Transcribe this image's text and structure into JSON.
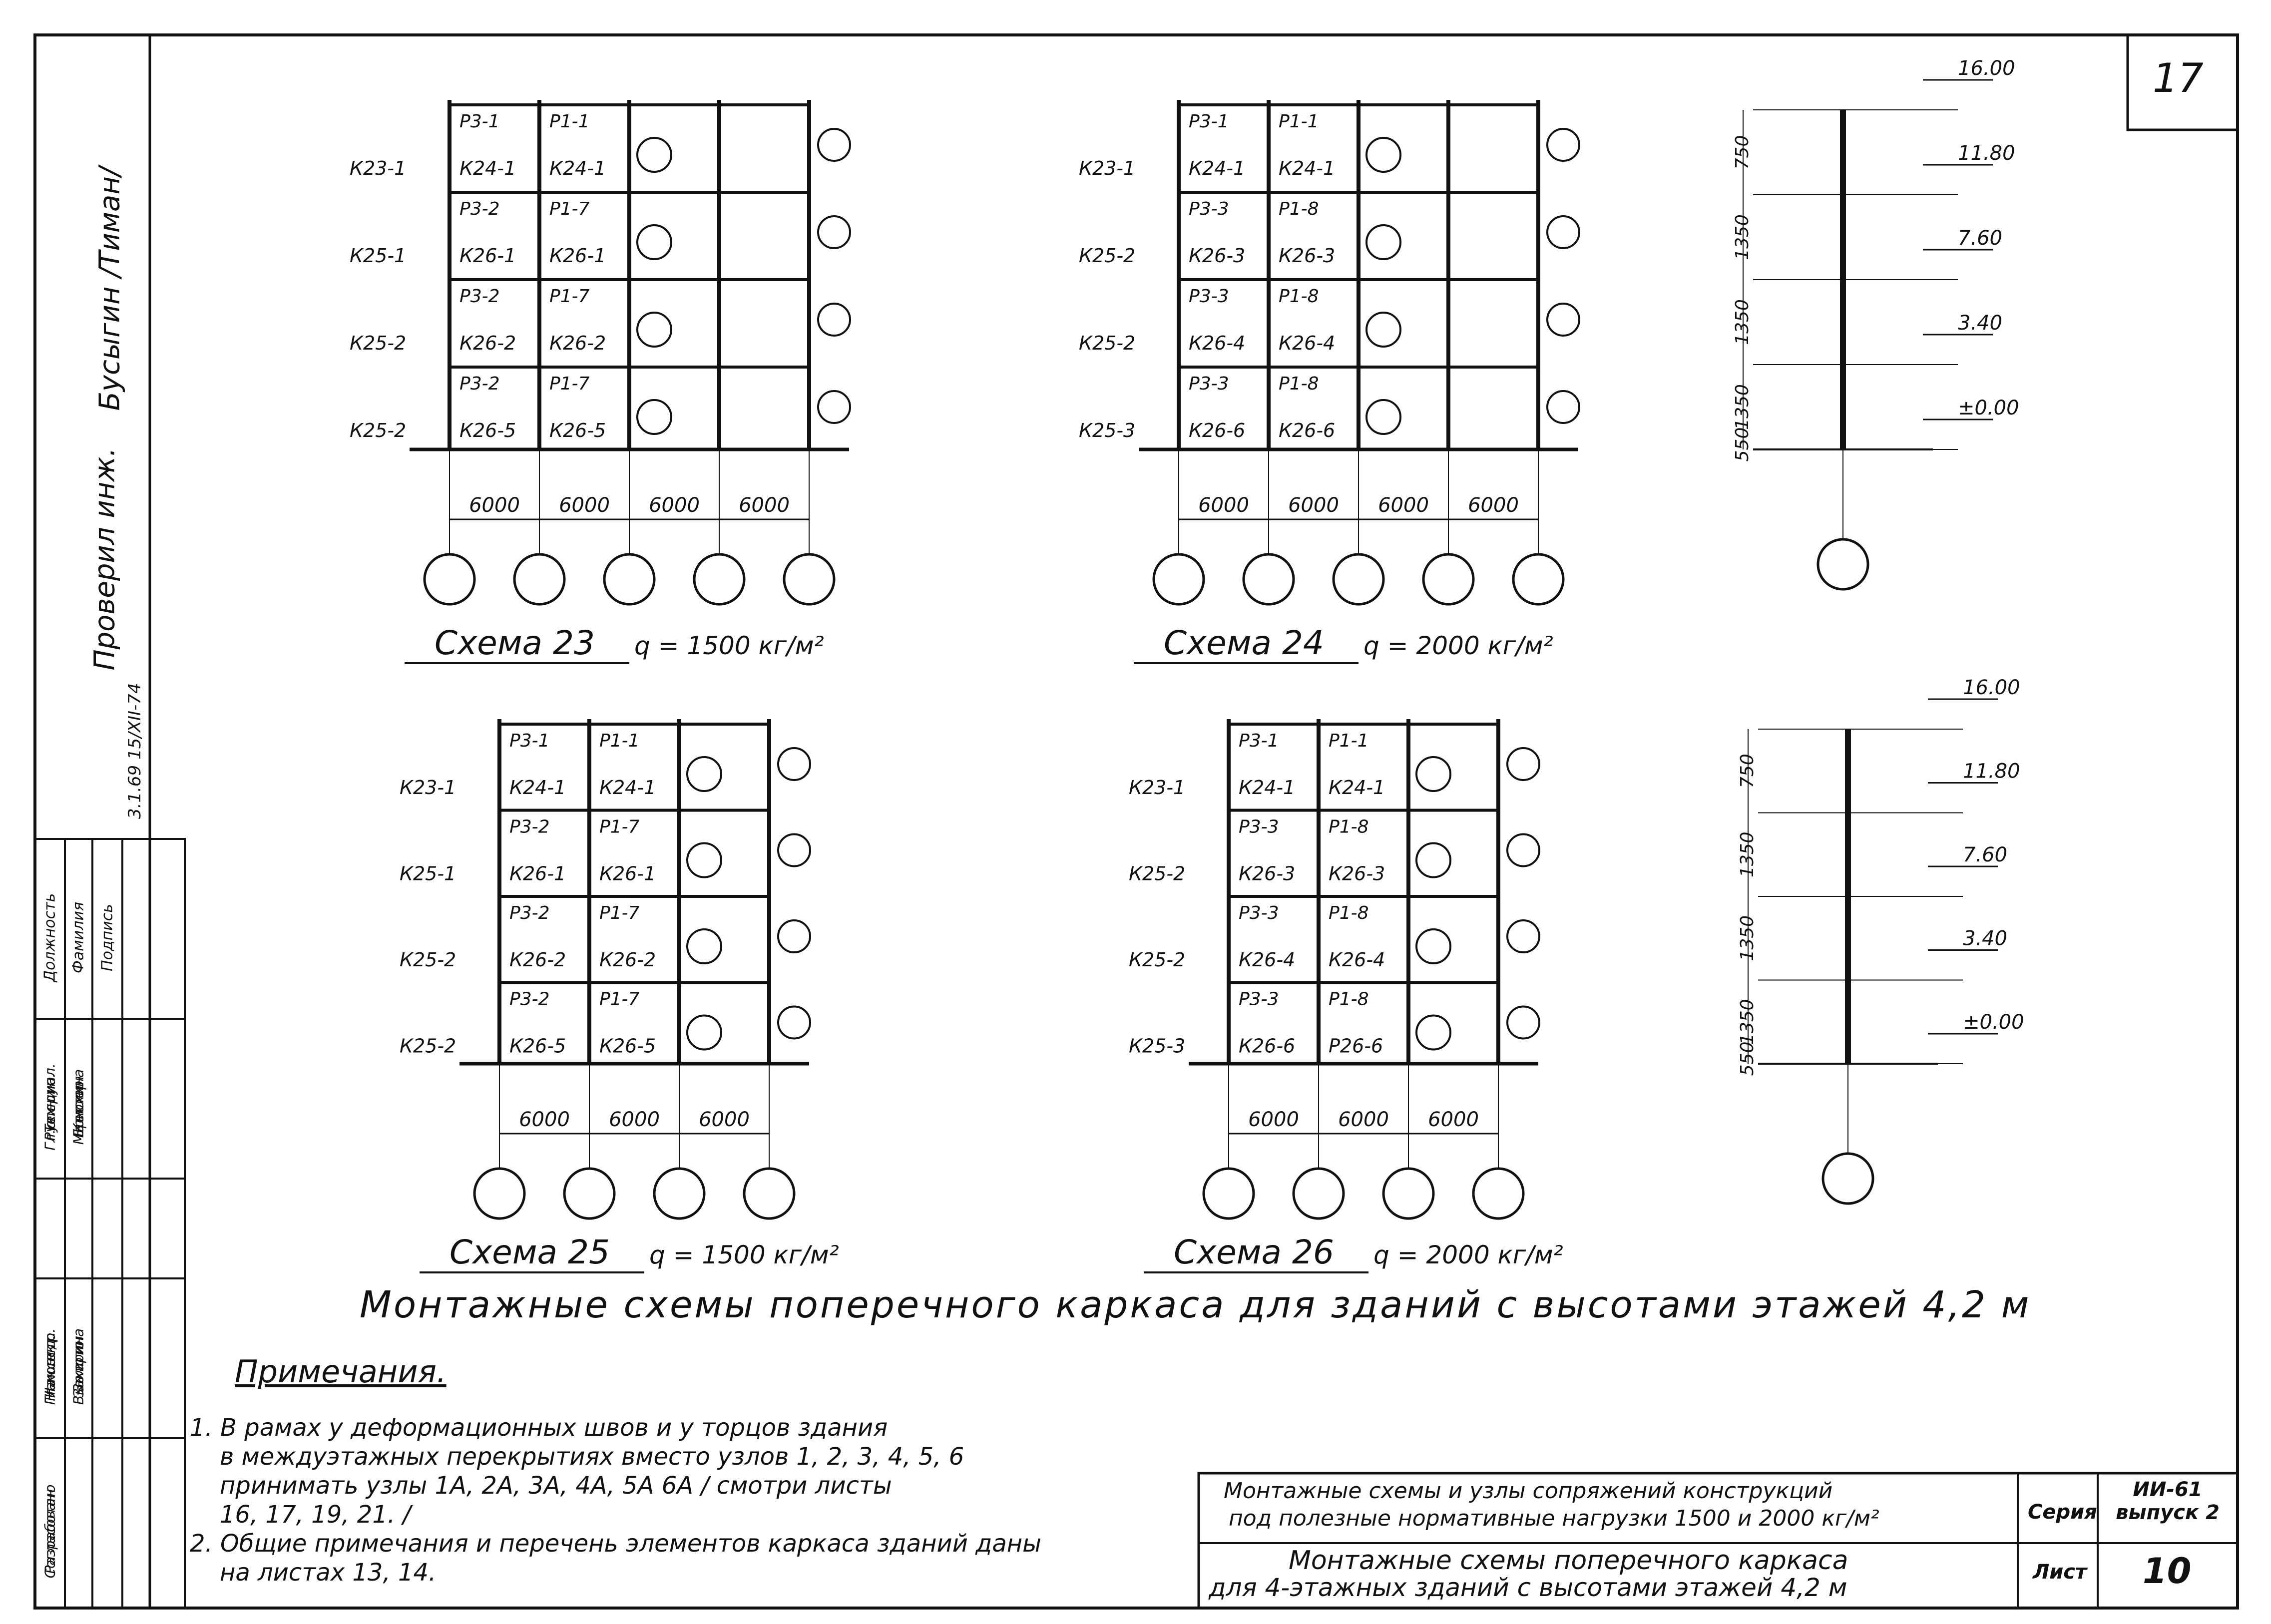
{
  "sheet_number": "17",
  "checked_by": "Проверил инж.",
  "checked_sign": "Бусыгин /Тиман/",
  "stamp_date": "3.1.69 15/XII-74",
  "schemes": [
    {
      "id": "23",
      "title": "Схема 23",
      "load": "q = 1500 кг/м²",
      "spans": [
        "6000",
        "6000",
        "6000",
        "6000"
      ],
      "left_labels": [
        "К23-1",
        "К25-1",
        "К25-2",
        "К25-2"
      ],
      "beams_col1": [
        "Р3-1",
        "Р3-2",
        "Р3-2",
        "Р3-2"
      ],
      "beams_col2": [
        "Р1-1",
        "Р1-7",
        "Р1-7",
        "Р1-7"
      ],
      "col1_labels": [
        "К24-1",
        "К26-1",
        "К26-2",
        "К26-5"
      ],
      "col2_labels": [
        "К24-1",
        "К26-1",
        "К26-2",
        "К26-5"
      ]
    },
    {
      "id": "24",
      "title": "Схема 24",
      "load": "q = 2000 кг/м²",
      "spans": [
        "6000",
        "6000",
        "6000",
        "6000"
      ],
      "left_labels": [
        "К23-1",
        "К25-2",
        "К25-2",
        "К25-3"
      ],
      "beams_col1": [
        "Р3-1",
        "Р3-3",
        "Р3-3",
        "Р3-3"
      ],
      "beams_col2": [
        "Р1-1",
        "Р1-8",
        "Р1-8",
        "Р1-8"
      ],
      "col1_labels": [
        "К24-1",
        "К26-3",
        "К26-4",
        "К26-6"
      ],
      "col2_labels": [
        "К24-1",
        "К26-3",
        "К26-4",
        "К26-6"
      ]
    },
    {
      "id": "25",
      "title": "Схема 25",
      "load": "q = 1500 кг/м²",
      "spans": [
        "6000",
        "6000",
        "6000"
      ],
      "left_labels": [
        "К23-1",
        "К25-1",
        "К25-2",
        "К25-2"
      ],
      "beams_col1": [
        "Р3-1",
        "Р3-2",
        "Р3-2",
        "Р3-2"
      ],
      "beams_col2": [
        "Р1-1",
        "Р1-7",
        "Р1-7",
        "Р1-7"
      ],
      "col1_labels": [
        "К24-1",
        "К26-1",
        "К26-2",
        "К26-5"
      ],
      "col2_labels": [
        "К24-1",
        "К26-1",
        "К26-2",
        "К26-5"
      ]
    },
    {
      "id": "26",
      "title": "Схема 26",
      "load": "q = 2000 кг/м²",
      "spans": [
        "6000",
        "6000",
        "6000"
      ],
      "left_labels": [
        "К23-1",
        "К25-2",
        "К25-2",
        "К25-3"
      ],
      "beams_col1": [
        "Р3-1",
        "Р3-3",
        "Р3-3",
        "Р3-3"
      ],
      "beams_col2": [
        "Р1-1",
        "Р1-8",
        "Р1-8",
        "Р1-8"
      ],
      "col1_labels": [
        "К24-1",
        "К26-3",
        "К26-4",
        "К26-6"
      ],
      "col2_labels": [
        "К24-1",
        "К26-3",
        "К26-4",
        "Р26-6"
      ]
    }
  ],
  "elevation": {
    "levels": [
      "16.00",
      "11.80",
      "7.60",
      "3.40",
      "±0.00"
    ],
    "segments": [
      "750",
      "1350",
      "1350",
      "1350",
      "550"
    ]
  },
  "main_title": "Монтажные схемы поперечного каркаса для зданий с высотами этажей 4,2 м",
  "notes_heading": "Примечания.",
  "notes": [
    "1. В рамах у деформационных швов и у торцов здания",
    "в междуэтажных перекрытиях вместо узлов 1, 2, 3, 4, 5, 6",
    "принимать узлы 1А, 2А, 3А, 4А, 5А 6А / смотри листы",
    "16, 17, 19, 21. /",
    "2. Общие примечания и перечень элементов каркаса зданий даны",
    "на листах 13, 14."
  ],
  "stamp_headers": [
    "Должность",
    "Фамилия",
    "Подпись"
  ],
  "stamp_rows_top": [
    [
      "Гл.специал.",
      "Кеттер",
      ""
    ],
    [
      "Рук.груп.",
      "Брискин",
      ""
    ],
    [
      "Техник",
      "Матюхина",
      ""
    ]
  ],
  "stamp_rows_bottom": [
    [
      "Нач.отд.",
      "Золото",
      ""
    ],
    [
      "Гл.констр.",
      "Захарин",
      ""
    ],
    [
      "Нач.сект.",
      "Выжигина",
      ""
    ]
  ],
  "stamp_side": [
    "Разработан",
    "Согласовано"
  ],
  "title_block": {
    "line1": "Монтажные схемы и узлы сопряжений конструкций",
    "line2": "под полезные нормативные нагрузки 1500 и 2000 кг/м²",
    "line3": "Монтажные схемы поперечного каркаса",
    "line4": "для 4-этажных зданий с высотами этажей 4,2 м",
    "series_label": "Серия",
    "series_value": "ИИ-61 выпуск 2",
    "sheet_label": "Лист",
    "sheet_value": "10"
  }
}
